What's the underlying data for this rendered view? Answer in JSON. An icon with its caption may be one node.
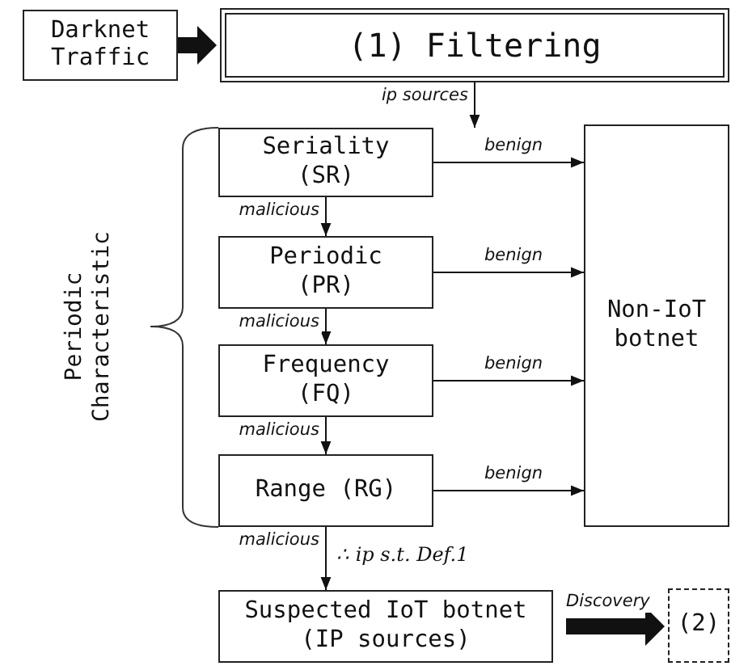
{
  "diagram": {
    "nodes": [
      {
        "text": [
          "Darknet Traffic"
        ]
      },
      {
        "text": [
          "(1) Filtering"
        ]
      },
      {
        "text": [
          "Seriality (SR)"
        ]
      },
      {
        "text": [
          "Periodic (PR)"
        ]
      },
      {
        "text": [
          "Frequency (FQ)"
        ]
      },
      {
        "text": [
          "Range (RG)"
        ]
      },
      {
        "text": [
          "Non-IoT botnet"
        ]
      },
      {
        "text": [
          "Suspected IoT botnet (IP sources)"
        ]
      },
      {
        "text": [
          "(2)"
        ]
      }
    ],
    "edges": [
      {
        "from": 0,
        "to": 1,
        "arrow": "to",
        "style": "thick"
      },
      {
        "from": 1,
        "to": 2,
        "arrow": "to",
        "label": "ip sources"
      },
      {
        "from": 2,
        "to": 3,
        "arrow": "to",
        "label": "malicious"
      },
      {
        "from": 3,
        "to": 4,
        "arrow": "to",
        "label": "malicious"
      },
      {
        "from": 4,
        "to": 5,
        "arrow": "to",
        "label": "malicious"
      },
      {
        "from": 5,
        "to": 7,
        "arrow": "to",
        "label": "malicious"
      },
      {
        "from": 2,
        "to": 6,
        "arrow": "to",
        "label": "benign"
      },
      {
        "from": 3,
        "to": 6,
        "arrow": "to",
        "label": "benign"
      },
      {
        "from": 4,
        "to": 6,
        "arrow": "to",
        "label": "benign"
      },
      {
        "from": 5,
        "to": 6,
        "arrow": "to",
        "label": "benign"
      },
      {
        "from": 7,
        "to": 8,
        "arrow": "to",
        "style": "thick",
        "label": "Discovery"
      }
    ],
    "labels": [
      "Periodic Characteristic",
      "∴ ip s.t. Def.1"
    ]
  }
}
